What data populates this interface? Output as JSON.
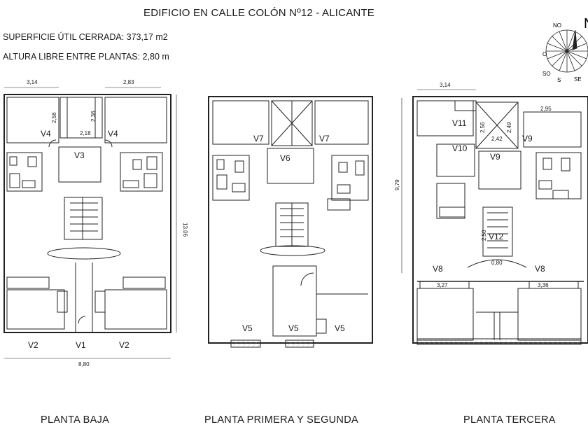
{
  "header": {
    "title": "EDIFICIO EN CALLE COLÓN  Nº12 - ALICANTE",
    "surface": "SUPERFICIE ÚTIL CERRADA: 373,17 m2",
    "height": "ALTURA LIBRE ENTRE PLANTAS:  2,80 m"
  },
  "compass": {
    "north": "N",
    "labels": {
      "no": "NO",
      "o": "O",
      "so": "SO",
      "s": "S",
      "se": "SE"
    }
  },
  "plans": {
    "ground": {
      "label": "PLANTA BAJA",
      "dims": {
        "top_left": "3,14",
        "top_right": "2,83",
        "inner_h1": "2,56",
        "inner_h2": "2,36",
        "inner_w": "2,18",
        "height": "13,06",
        "width": "8,80"
      },
      "rooms": {
        "v4_left": "V4",
        "v4_right": "V4",
        "v3": "V3",
        "v2_left": "V2",
        "v1": "V1",
        "v2_right": "V2"
      }
    },
    "first": {
      "label": "PLANTA PRIMERA Y SEGUNDA",
      "rooms": {
        "v7_left": "V7",
        "v6": "V6",
        "v7_right": "V7",
        "v5_left": "V5",
        "v5_mid": "V5",
        "v5_right": "V5"
      }
    },
    "third": {
      "label": "PLANTA TERCERA",
      "dims": {
        "top_left": "3,14",
        "top_right": "2,95",
        "sky_h1": "2,56",
        "sky_h2": "2,49",
        "sky_w": "2,42",
        "height": "9,79",
        "stair_h": "2,50",
        "stair_w": "0,80",
        "bottom_left": "3,27",
        "bottom_right": "3,36"
      },
      "rooms": {
        "v11": "V11",
        "v10": "V10",
        "v9_mid": "V9",
        "v9_right": "V9",
        "v12": "V12",
        "v8_left": "V8",
        "v8_right": "V8"
      }
    }
  }
}
